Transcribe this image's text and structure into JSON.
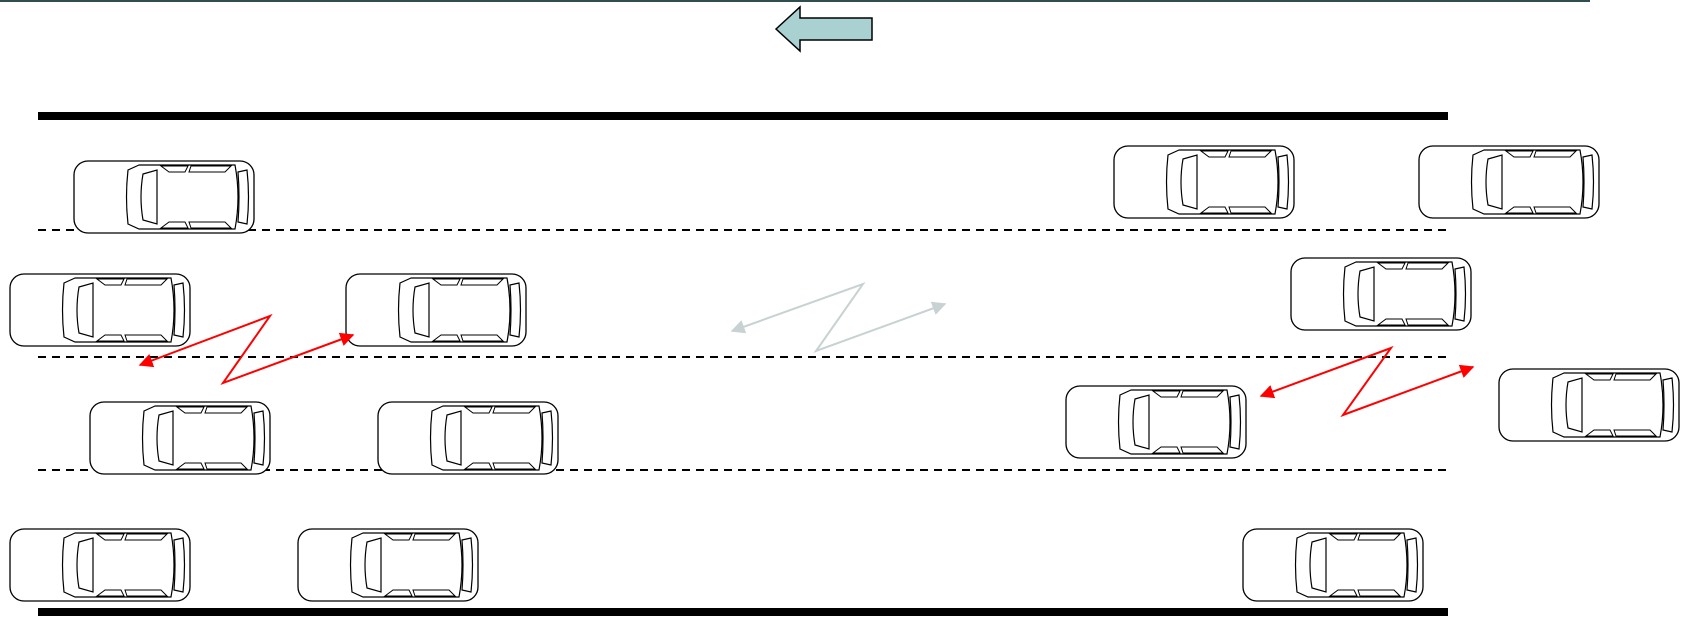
{
  "diagram": {
    "background": "#ffffff",
    "top_border_color": "#2f4f4f",
    "direction_arrow": {
      "direction": "left",
      "fill": "#a9d1d1",
      "stroke": "#000000"
    },
    "road": {
      "edge_color": "#000000",
      "lane_divider_color": "#000000",
      "lane_count": 4,
      "lane_divider_style": "dashed"
    },
    "car_style": {
      "fill": "#ffffff",
      "stroke": "#000000"
    },
    "link_colors": {
      "active": "#ff0000",
      "inactive": "#c8d2d2"
    },
    "cars": [
      {
        "id": "car-1",
        "lane": 1
      },
      {
        "id": "car-2",
        "lane": 1
      },
      {
        "id": "car-3",
        "lane": 1
      },
      {
        "id": "car-4",
        "lane": 2
      },
      {
        "id": "car-5",
        "lane": 2
      },
      {
        "id": "car-6",
        "lane": 2
      },
      {
        "id": "car-7",
        "lane": 3
      },
      {
        "id": "car-8",
        "lane": 3
      },
      {
        "id": "car-9",
        "lane": 3
      },
      {
        "id": "car-10",
        "lane": 3
      },
      {
        "id": "car-11",
        "lane": 4
      },
      {
        "id": "car-12",
        "lane": 4
      },
      {
        "id": "car-13",
        "lane": 4
      }
    ],
    "links": [
      {
        "id": "link-left",
        "status": "active"
      },
      {
        "id": "link-middle",
        "status": "inactive"
      },
      {
        "id": "link-right",
        "status": "active"
      }
    ]
  }
}
